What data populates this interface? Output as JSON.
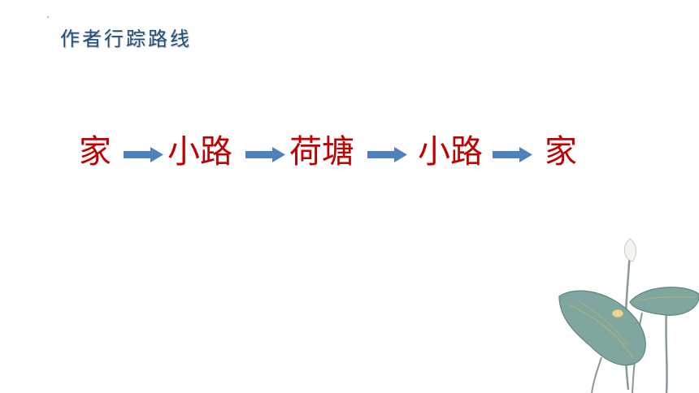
{
  "title": "作者行踪路线",
  "route": [
    "家",
    "小路",
    "荷塘",
    "小路",
    "家"
  ],
  "colors": {
    "title": "#1f4e79",
    "route_text": "#c00000",
    "arrow": "#4f81bd",
    "lotus_leaf": "#7fa79f"
  },
  "icons": [
    "right-arrow-icon",
    "lotus-decoration"
  ]
}
